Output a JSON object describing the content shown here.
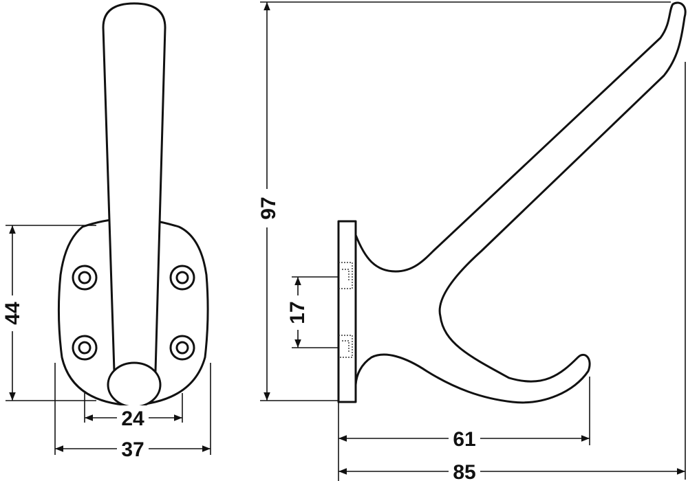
{
  "dimensions": {
    "base_height": "44",
    "hole_spacing": "24",
    "base_width": "37",
    "total_height": "97",
    "base_hole_spacing_side": "17",
    "hook_reach_short": "61",
    "hook_reach_long": "85"
  },
  "colors": {
    "line": "#111111",
    "background": "#ffffff"
  }
}
